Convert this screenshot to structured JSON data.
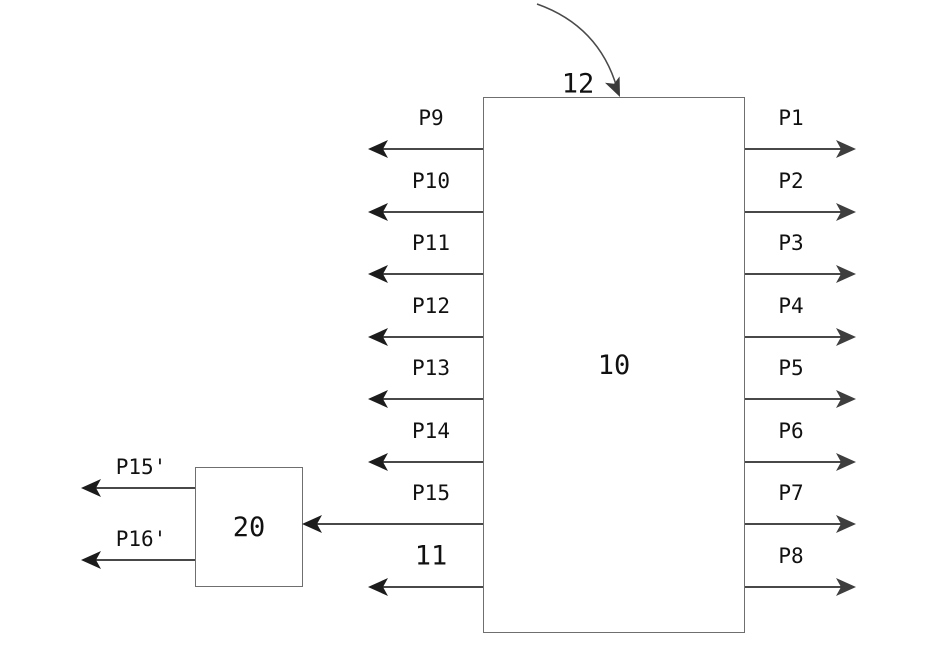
{
  "palette": {
    "background": "#ffffff",
    "line": "#2e2e2e",
    "arrow_left": "#1c1c1c",
    "arrow_right": "#3e3e3e",
    "block_border": "#6f6f6f",
    "text": "#111111",
    "pointer_stroke": "#4a4a4a",
    "pointer_fill": "#3a3a3a"
  },
  "blocks": {
    "main": {
      "label": "10"
    },
    "secondary": {
      "label": "20"
    }
  },
  "pointer": {
    "label": "12"
  },
  "left_rows": [
    {
      "label": "P9",
      "kind": "port"
    },
    {
      "label": "P10",
      "kind": "port"
    },
    {
      "label": "P11",
      "kind": "port"
    },
    {
      "label": "P12",
      "kind": "port"
    },
    {
      "label": "P13",
      "kind": "port"
    },
    {
      "label": "P14",
      "kind": "port"
    },
    {
      "label": "P15",
      "kind": "port",
      "connects_to": "secondary"
    },
    {
      "label": "11",
      "kind": "ref"
    }
  ],
  "right_rows": [
    {
      "label": "P1"
    },
    {
      "label": "P2"
    },
    {
      "label": "P3"
    },
    {
      "label": "P4"
    },
    {
      "label": "P5"
    },
    {
      "label": "P6"
    },
    {
      "label": "P7"
    },
    {
      "label": "P8"
    }
  ],
  "secondary_rows": [
    {
      "label": "P15'"
    },
    {
      "label": "P16'"
    }
  ]
}
